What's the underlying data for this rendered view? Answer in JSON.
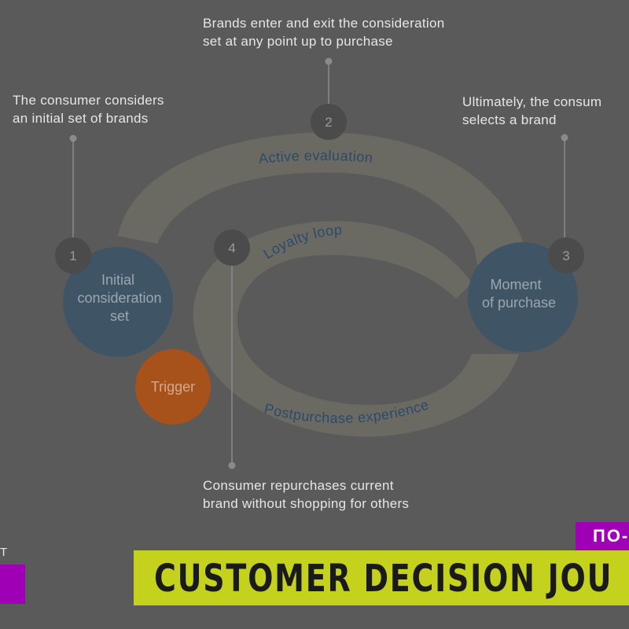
{
  "diagram": {
    "callouts": {
      "step1": [
        "The consumer considers",
        "an initial set of brands"
      ],
      "step2": [
        "Brands enter and exit the consideration",
        "set at any point up to purchase"
      ],
      "step3": [
        "Ultimately, the consum",
        "selects a brand"
      ],
      "step4": [
        "Consumer repurchases current",
        "brand without shopping for others"
      ]
    },
    "step_numbers": [
      "1",
      "2",
      "3",
      "4"
    ],
    "stages": {
      "initial": [
        "Initial",
        "consideration",
        "set"
      ],
      "moment": [
        "Moment",
        "of purchase"
      ],
      "trigger": "Trigger"
    },
    "arc_labels": {
      "active": "Active evaluation",
      "loyalty": "Loyalty loop",
      "post": "Postpurchase experience"
    }
  },
  "banner": {
    "title": "CUSTOMER DECISION JOU",
    "tag": "ПО-",
    "left_fragment": "T"
  },
  "colors": {
    "background": "#5a5a5a",
    "circle": "#3f5565",
    "trigger": "#a7521a",
    "arc": "#6b6b64",
    "number_circle": "#4a4a4a",
    "arc_text": "#2b4a6a",
    "banner": "#c4d11d",
    "tag": "#a000b5"
  }
}
